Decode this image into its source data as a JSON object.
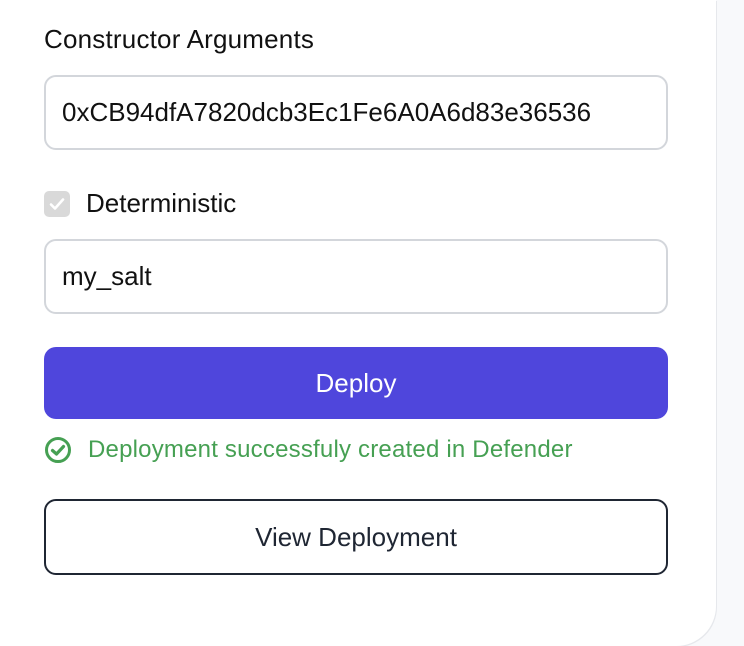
{
  "form": {
    "constructor_label": "Constructor Arguments",
    "constructor_value": "0xCB94dfA7820dcb3Ec1Fe6A0A6d83e36536",
    "deterministic_label": "Deterministic",
    "deterministic_checked": true,
    "salt_value": "my_salt",
    "deploy_label": "Deploy",
    "status_icon": "check-circle-icon",
    "status_text": "Deployment successfuly created in Defender",
    "view_label": "View Deployment"
  },
  "colors": {
    "primary": "#4f46dc",
    "success": "#46a053",
    "border": "#d3d6db",
    "dark": "#1f2633",
    "page_bg": "#f8f9fb"
  }
}
